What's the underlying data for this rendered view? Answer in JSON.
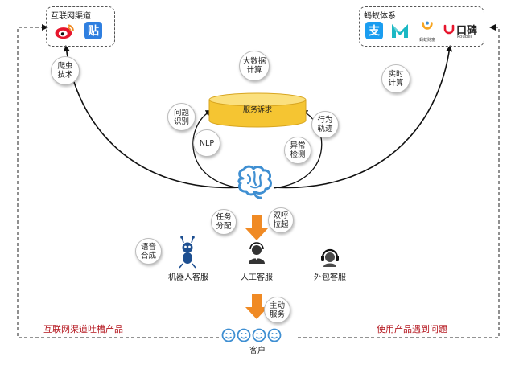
{
  "left_group": {
    "title": "互联网渠道",
    "icons": [
      "weibo-icon",
      "tieba-icon"
    ],
    "tieba_char": "贴"
  },
  "right_group": {
    "title": "蚂蚁体系",
    "icons": [
      "alipay-icon",
      "mybank-icon",
      "ant-fortune-icon",
      "koubei-icon"
    ],
    "alipay_char": "支",
    "koubei_text": "口碑",
    "koubei_sub": "koubei",
    "fortune_sub": "蚂蚁财富"
  },
  "center": {
    "service_label": "服务诉求",
    "brain_icon": "brain-icon"
  },
  "bubbles": {
    "crawler": "爬虫\n技术",
    "bigdata": "大数据\n计算",
    "realtime": "实时\n计算",
    "problem": "问题\n识别",
    "behavior": "行为\n轨迹",
    "nlp": "NLP",
    "anomaly": "异常\n检测",
    "task": "任务\n分配",
    "dispatch": "双呼\n拉起",
    "voice": "语音\n合成",
    "active": "主动\n服务"
  },
  "agents": {
    "robot": "机器人客服",
    "human": "人工客服",
    "outsource": "外包客服"
  },
  "bottom": {
    "left_text": "互联网渠道吐槽产品",
    "right_text": "使用产品遇到问题",
    "customer": "客户"
  },
  "colors": {
    "arrow_orange": "#f08a24",
    "cylinder_fill": "#f7cf45",
    "red_text": "#b4151d",
    "brain_blue": "#3f8fd2"
  }
}
